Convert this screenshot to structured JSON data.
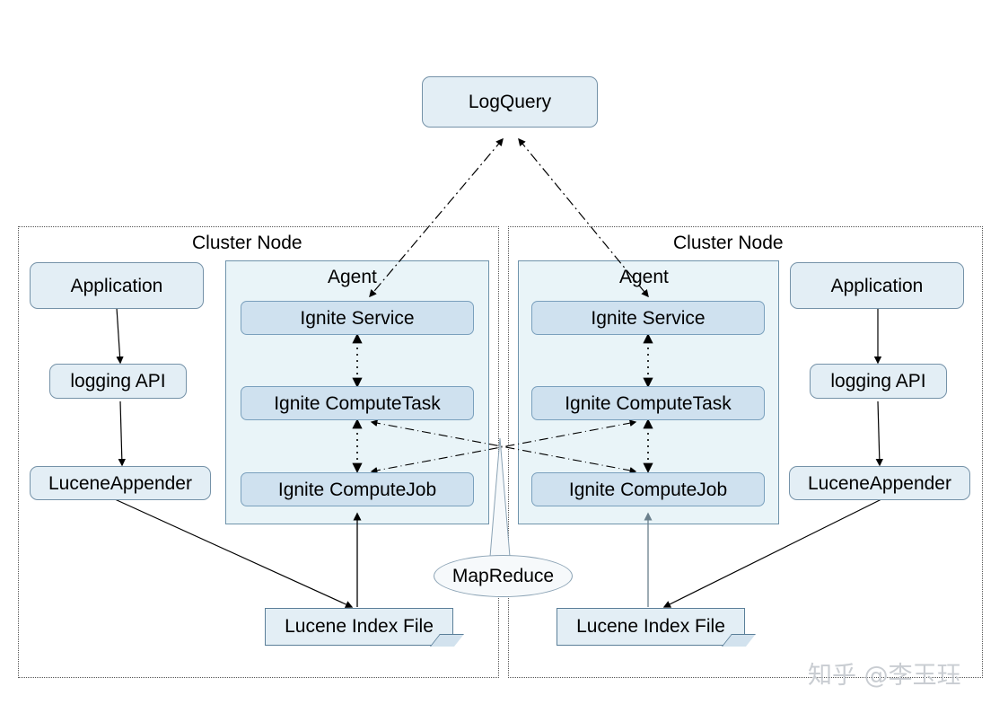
{
  "diagram": {
    "title_node": {
      "label": "LogQuery"
    },
    "clusters": [
      {
        "label": "Cluster Node",
        "app_chain": [
          {
            "label": "Application"
          },
          {
            "label": "logging API"
          },
          {
            "label": "LuceneAppender"
          }
        ],
        "agent": {
          "label": "Agent",
          "components": [
            {
              "label": "Ignite Service"
            },
            {
              "label": "Ignite ComputeTask"
            },
            {
              "label": "Ignite ComputeJob"
            }
          ]
        },
        "index_file": {
          "label": "Lucene Index File"
        }
      },
      {
        "label": "Cluster Node",
        "app_chain": [
          {
            "label": "Application"
          },
          {
            "label": "logging API"
          },
          {
            "label": "LuceneAppender"
          }
        ],
        "agent": {
          "label": "Agent",
          "components": [
            {
              "label": "Ignite Service"
            },
            {
              "label": "Ignite ComputeTask"
            },
            {
              "label": "Ignite ComputeJob"
            }
          ]
        },
        "index_file": {
          "label": "Lucene Index File"
        }
      }
    ],
    "annotation_ellipse": {
      "label": "MapReduce"
    }
  },
  "watermark": {
    "text": "知乎 @李玉珏"
  },
  "colors": {
    "node_fill": "#e3eef5",
    "node_border": "#7592a8",
    "inner_fill": "#cfe1ef",
    "inner_border": "#7aa0bd",
    "agent_fill": "#e9f4f8",
    "agent_border": "#6f93ab",
    "cluster_border": "#555555",
    "arrow": "#000000",
    "watermark": "#c9cdd2"
  }
}
